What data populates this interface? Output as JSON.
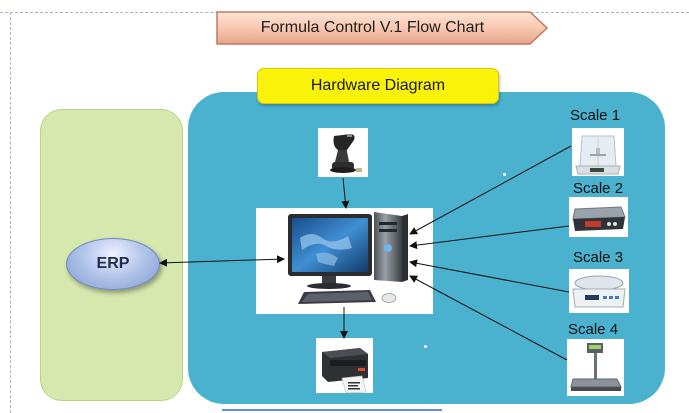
{
  "title": "Formula Control V.1  Flow Chart",
  "hardware_label": "Hardware Diagram",
  "erp_label": "ERP",
  "scales": [
    {
      "label": "Scale 1",
      "icon": "analytical-balance-icon"
    },
    {
      "label": "Scale 2",
      "icon": "bench-scale-icon"
    },
    {
      "label": "Scale 3",
      "icon": "precision-scale-icon"
    },
    {
      "label": "Scale 4",
      "icon": "platform-scale-icon"
    }
  ],
  "devices": {
    "scanner": "barcode-scanner-icon",
    "computer": "desktop-computer-icon",
    "printer": "label-printer-icon"
  },
  "colors": {
    "title_banner": "#f8c8b0",
    "erp_panel": "#d6e8ae",
    "hardware_panel": "#4ab2cf",
    "hardware_label": "#fbf20a",
    "erp_button": "#9fb6e2"
  }
}
